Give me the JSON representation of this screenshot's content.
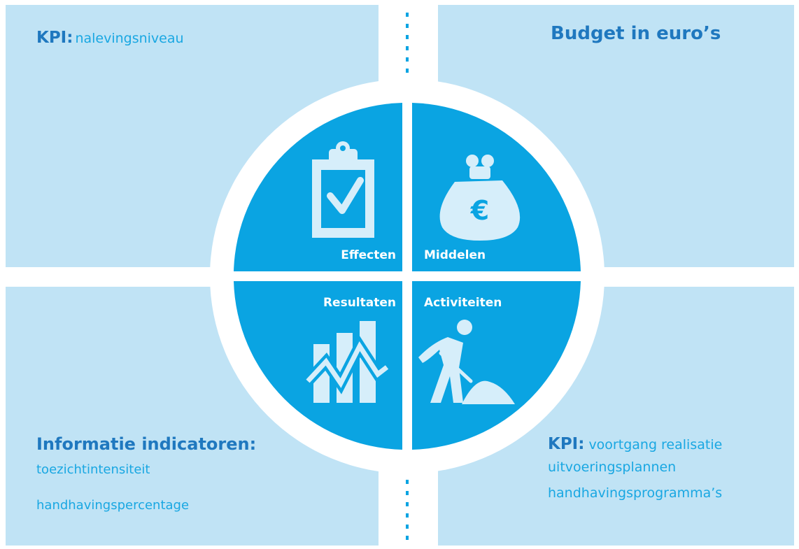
{
  "panels": {
    "top_left": {
      "label": "KPI:",
      "value": "nalevingsniveau"
    },
    "top_right": {
      "title": "Budget in euro’s"
    },
    "bottom_left": {
      "title": "Informatie indicatoren:",
      "items": [
        "toezichtintensiteit",
        "handhavingspercentage"
      ]
    },
    "bottom_right": {
      "label": "KPI:",
      "lines": [
        "voortgang realisatie",
        "uitvoeringsplannen",
        "handhavingsprogramma’s"
      ]
    }
  },
  "wheel": {
    "quadrants": {
      "top_left": {
        "label": "Effecten",
        "icon": "clipboard-check-icon"
      },
      "top_right": {
        "label": "Middelen",
        "icon": "euro-purse-icon"
      },
      "bottom_left": {
        "label": "Resultaten",
        "icon": "bar-chart-trend-icon"
      },
      "bottom_right": {
        "label": "Activiteiten",
        "icon": "worker-shovel-icon"
      }
    }
  },
  "colors": {
    "panel": "#c0e3f5",
    "wheel": "#0aa4e2",
    "title_blue": "#1f78bf",
    "text_blue": "#19a7e2",
    "icon": "#d6eefa"
  }
}
